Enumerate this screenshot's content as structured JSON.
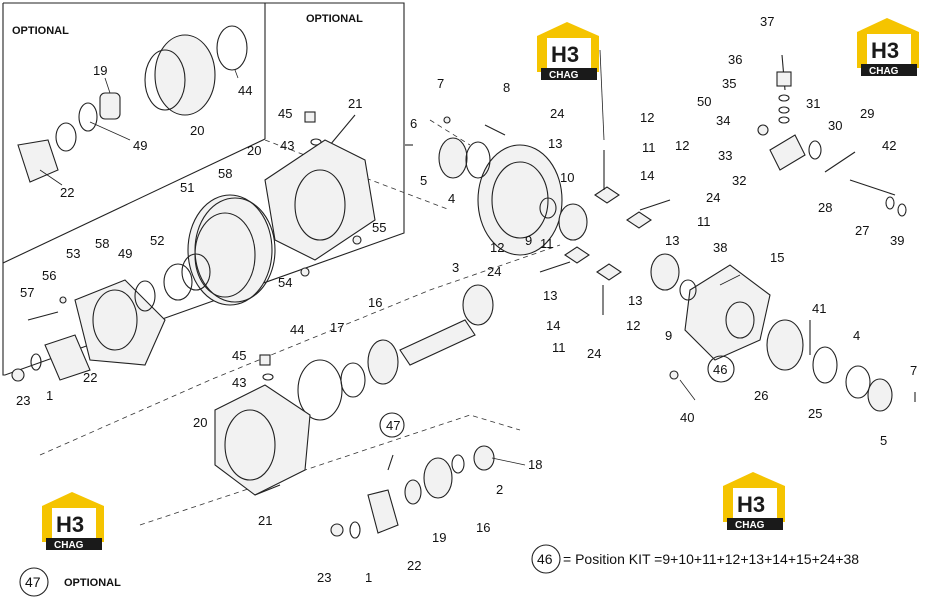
{
  "labels": {
    "optional_top_left": "OPTIONAL",
    "optional_top_right": "OPTIONAL",
    "optional_bottom": "OPTIONAL",
    "kit_symbol": "46",
    "kit_text": "= Position KIT =9+10+11+12+13+14+15+24+38",
    "note_symbol": "47"
  },
  "watermark": {
    "letters": "H3",
    "brand": "CHAG",
    "colors": {
      "yellow": "#f5c400",
      "dark": "#1a1a1a"
    }
  },
  "callouts": [
    "19",
    "44",
    "20",
    "22",
    "49",
    "21",
    "45",
    "43",
    "20",
    "51",
    "58",
    "55",
    "54",
    "53",
    "58",
    "49",
    "52",
    "56",
    "57",
    "22",
    "23",
    "1",
    "7",
    "6",
    "5",
    "4",
    "8",
    "24",
    "12",
    "13",
    "11",
    "10",
    "9",
    "3",
    "12",
    "24",
    "11",
    "13",
    "14",
    "14",
    "13",
    "12",
    "11",
    "24",
    "38",
    "9",
    "15",
    "37",
    "36",
    "35",
    "50",
    "34",
    "33",
    "31",
    "30",
    "29",
    "12",
    "24",
    "11",
    "13",
    "32",
    "42",
    "28",
    "27",
    "39",
    "41",
    "4",
    "7",
    "26",
    "25",
    "5",
    "40",
    "16",
    "17",
    "44",
    "45",
    "43",
    "20",
    "21",
    "47",
    "18",
    "2",
    "16",
    "19",
    "22",
    "23",
    "1",
    "46"
  ]
}
